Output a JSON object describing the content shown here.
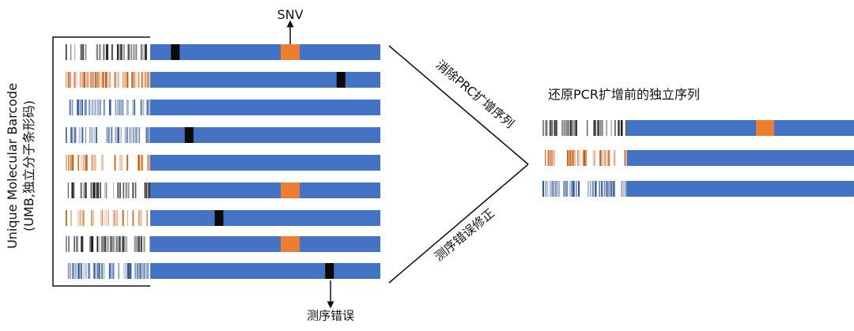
{
  "labels": {
    "side_line1": "Unique Molecular Barcode",
    "side_line2": "(UMB,独立分子条形码)",
    "snv": "SNV",
    "seq_error": "测序错误",
    "branch_top": "消除PRC扩增序列",
    "branch_bottom": "测序错误修正",
    "output_title": "还原PCR扩增前的独立序列"
  },
  "colors": {
    "read_blue": "#4472C4",
    "snv_orange": "#ED7D31",
    "error_black": "#0A0A0A",
    "line": "#111111",
    "barcode_black": "#141414",
    "barcode_orange": "#C55A11",
    "barcode_blue": "#2F5597"
  },
  "input_reads": [
    {
      "barcode": "black",
      "snv": true,
      "error": 0.09
    },
    {
      "barcode": "orange",
      "snv": false,
      "error": 0.81
    },
    {
      "barcode": "blue",
      "snv": false,
      "error": null
    },
    {
      "barcode": "blue",
      "snv": false,
      "error": 0.15
    },
    {
      "barcode": "orange",
      "snv": false,
      "error": null
    },
    {
      "barcode": "black",
      "snv": true,
      "error": null
    },
    {
      "barcode": "orange",
      "snv": false,
      "error": 0.28
    },
    {
      "barcode": "black",
      "snv": true,
      "error": null
    },
    {
      "barcode": "blue",
      "snv": false,
      "error": 0.76
    }
  ],
  "output_reads": [
    {
      "barcode": "black",
      "snv": true
    },
    {
      "barcode": "orange",
      "snv": false
    },
    {
      "barcode": "blue",
      "snv": false
    }
  ]
}
